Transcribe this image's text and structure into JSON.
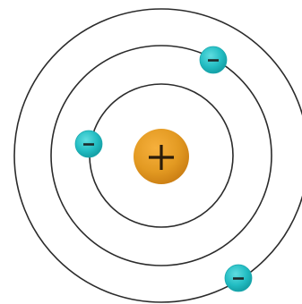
{
  "diagram": {
    "type": "atom-model",
    "nucleus": {
      "charge": "+",
      "icon": "plus-sign",
      "colors": {
        "light": "#f6b03d",
        "mid": "#e39a22",
        "dark": "#c97c12",
        "sign": "#2a1c0a"
      }
    },
    "shells": [
      {
        "name": "shell-1"
      },
      {
        "name": "shell-2"
      },
      {
        "name": "shell-3"
      }
    ],
    "electrons": [
      {
        "name": "electron-top-right",
        "charge": "−",
        "shell": "shell-2",
        "icon": "minus-sign"
      },
      {
        "name": "electron-left",
        "charge": "−",
        "shell": "shell-1",
        "icon": "minus-sign"
      },
      {
        "name": "electron-bottom-right",
        "charge": "−",
        "shell": "shell-3",
        "icon": "minus-sign"
      }
    ],
    "colors": {
      "orbit": "#2b2b2b",
      "electron_light": "#5fdde0",
      "electron_mid": "#22bcc2",
      "electron_dark": "#129aa0",
      "background": "#ffffff"
    }
  }
}
